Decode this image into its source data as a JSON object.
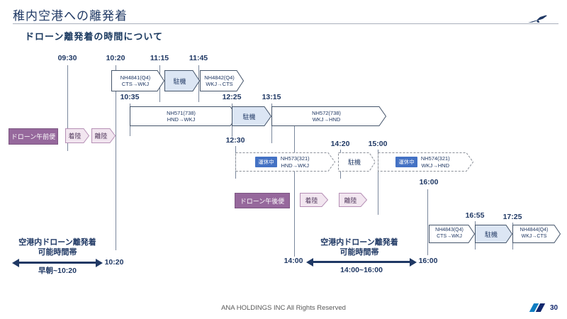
{
  "header": {
    "title": "稚内空港への離発着",
    "subtitle": "ドローン離発着の時間について"
  },
  "labels": {
    "parked": "駐機",
    "suspended": "運休中",
    "landing": "着陸",
    "takeoff": "離陸",
    "drone_morning": "ドローン午前便",
    "drone_afternoon": "ドローン午後便"
  },
  "times": {
    "t0930": "09:30",
    "t1020": "10:20",
    "t1115": "11:15",
    "t1145": "11:45",
    "t1035": "10:35",
    "t1225": "12:25",
    "t1315": "13:15",
    "t1230": "12:30",
    "t1420": "14:20",
    "t1500": "15:00",
    "t1400": "14:00",
    "t1600": "16:00",
    "t1655": "16:55",
    "t1725": "17:25"
  },
  "flights": {
    "nh4841": {
      "l1": "NH4841(Q4)",
      "l2": "CTS→WKJ"
    },
    "nh4842": {
      "l1": "NH4842(Q4)",
      "l2": "WKJ→CTS"
    },
    "nh571": {
      "l1": "NH571(738)",
      "l2": "HND→WKJ"
    },
    "nh572": {
      "l1": "NH572(738)",
      "l2": "WKJ→HND"
    },
    "nh573": {
      "l1": "NH573(321)",
      "l2": "HND→WKJ"
    },
    "nh574": {
      "l1": "NH574(321)",
      "l2": "WKJ→HND"
    },
    "nh4843": {
      "l1": "NH4843(Q4)",
      "l2": "CTS→WKJ"
    },
    "nh4844": {
      "l1": "NH4844(Q4)",
      "l2": "WKJ→CTS"
    }
  },
  "annotations": {
    "left": {
      "line1": "空港内ドローン離発着",
      "line2": "可能時間帯",
      "range": "早朝~10:20"
    },
    "right": {
      "line1": "空港内ドローン離発着",
      "line2": "可能時間帯",
      "range": "14:00~16:00"
    }
  },
  "footer": {
    "copyright": "ANA HOLDINGS INC All Rights Reserved",
    "page": "30"
  },
  "colors": {
    "navy": "#1F3864",
    "arrow_border": "#44546A",
    "parked_fill": "#DCE6F4",
    "suspended_badge": "#4472C4",
    "drone_purple": "#96689C",
    "drone_chevron_pink": "#F2E6F0",
    "logo_light_blue": "#0F7DC2",
    "logo_dark_blue": "#12286E"
  }
}
